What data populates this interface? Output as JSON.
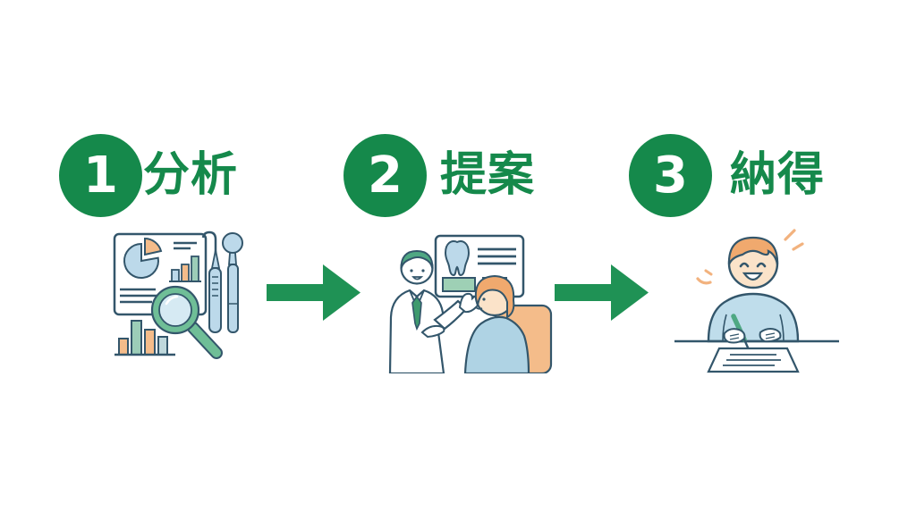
{
  "infographic": {
    "description": "three-step dental consultation process",
    "background": "#ffffff"
  },
  "colors": {
    "step_green": "#15894B",
    "arrow_green": "#1F9255",
    "soft_green": "#6FBE97",
    "pale_green": "#9ED0B5",
    "light_blue": "#BCD9EA",
    "lens_blue": "#D6EAF3",
    "sweater_blue": "#BFDDEB",
    "orange": "#F4BC8A",
    "hair_orange": "#F0A96E",
    "sparkle_orange": "#F2B27E",
    "skin": "#FBE3C9",
    "outline": "#33566B"
  },
  "steps": [
    {
      "number": "1",
      "label": "分析",
      "illustration": "analysis-charts-magnifier-dental-tools"
    },
    {
      "number": "2",
      "label": "提案",
      "illustration": "dentist-explaining-plan-to-patient"
    },
    {
      "number": "3",
      "label": "納得",
      "illustration": "happy-person-signing-document"
    }
  ],
  "arrows": [
    {
      "name": "right-arrow"
    },
    {
      "name": "right-arrow"
    }
  ]
}
